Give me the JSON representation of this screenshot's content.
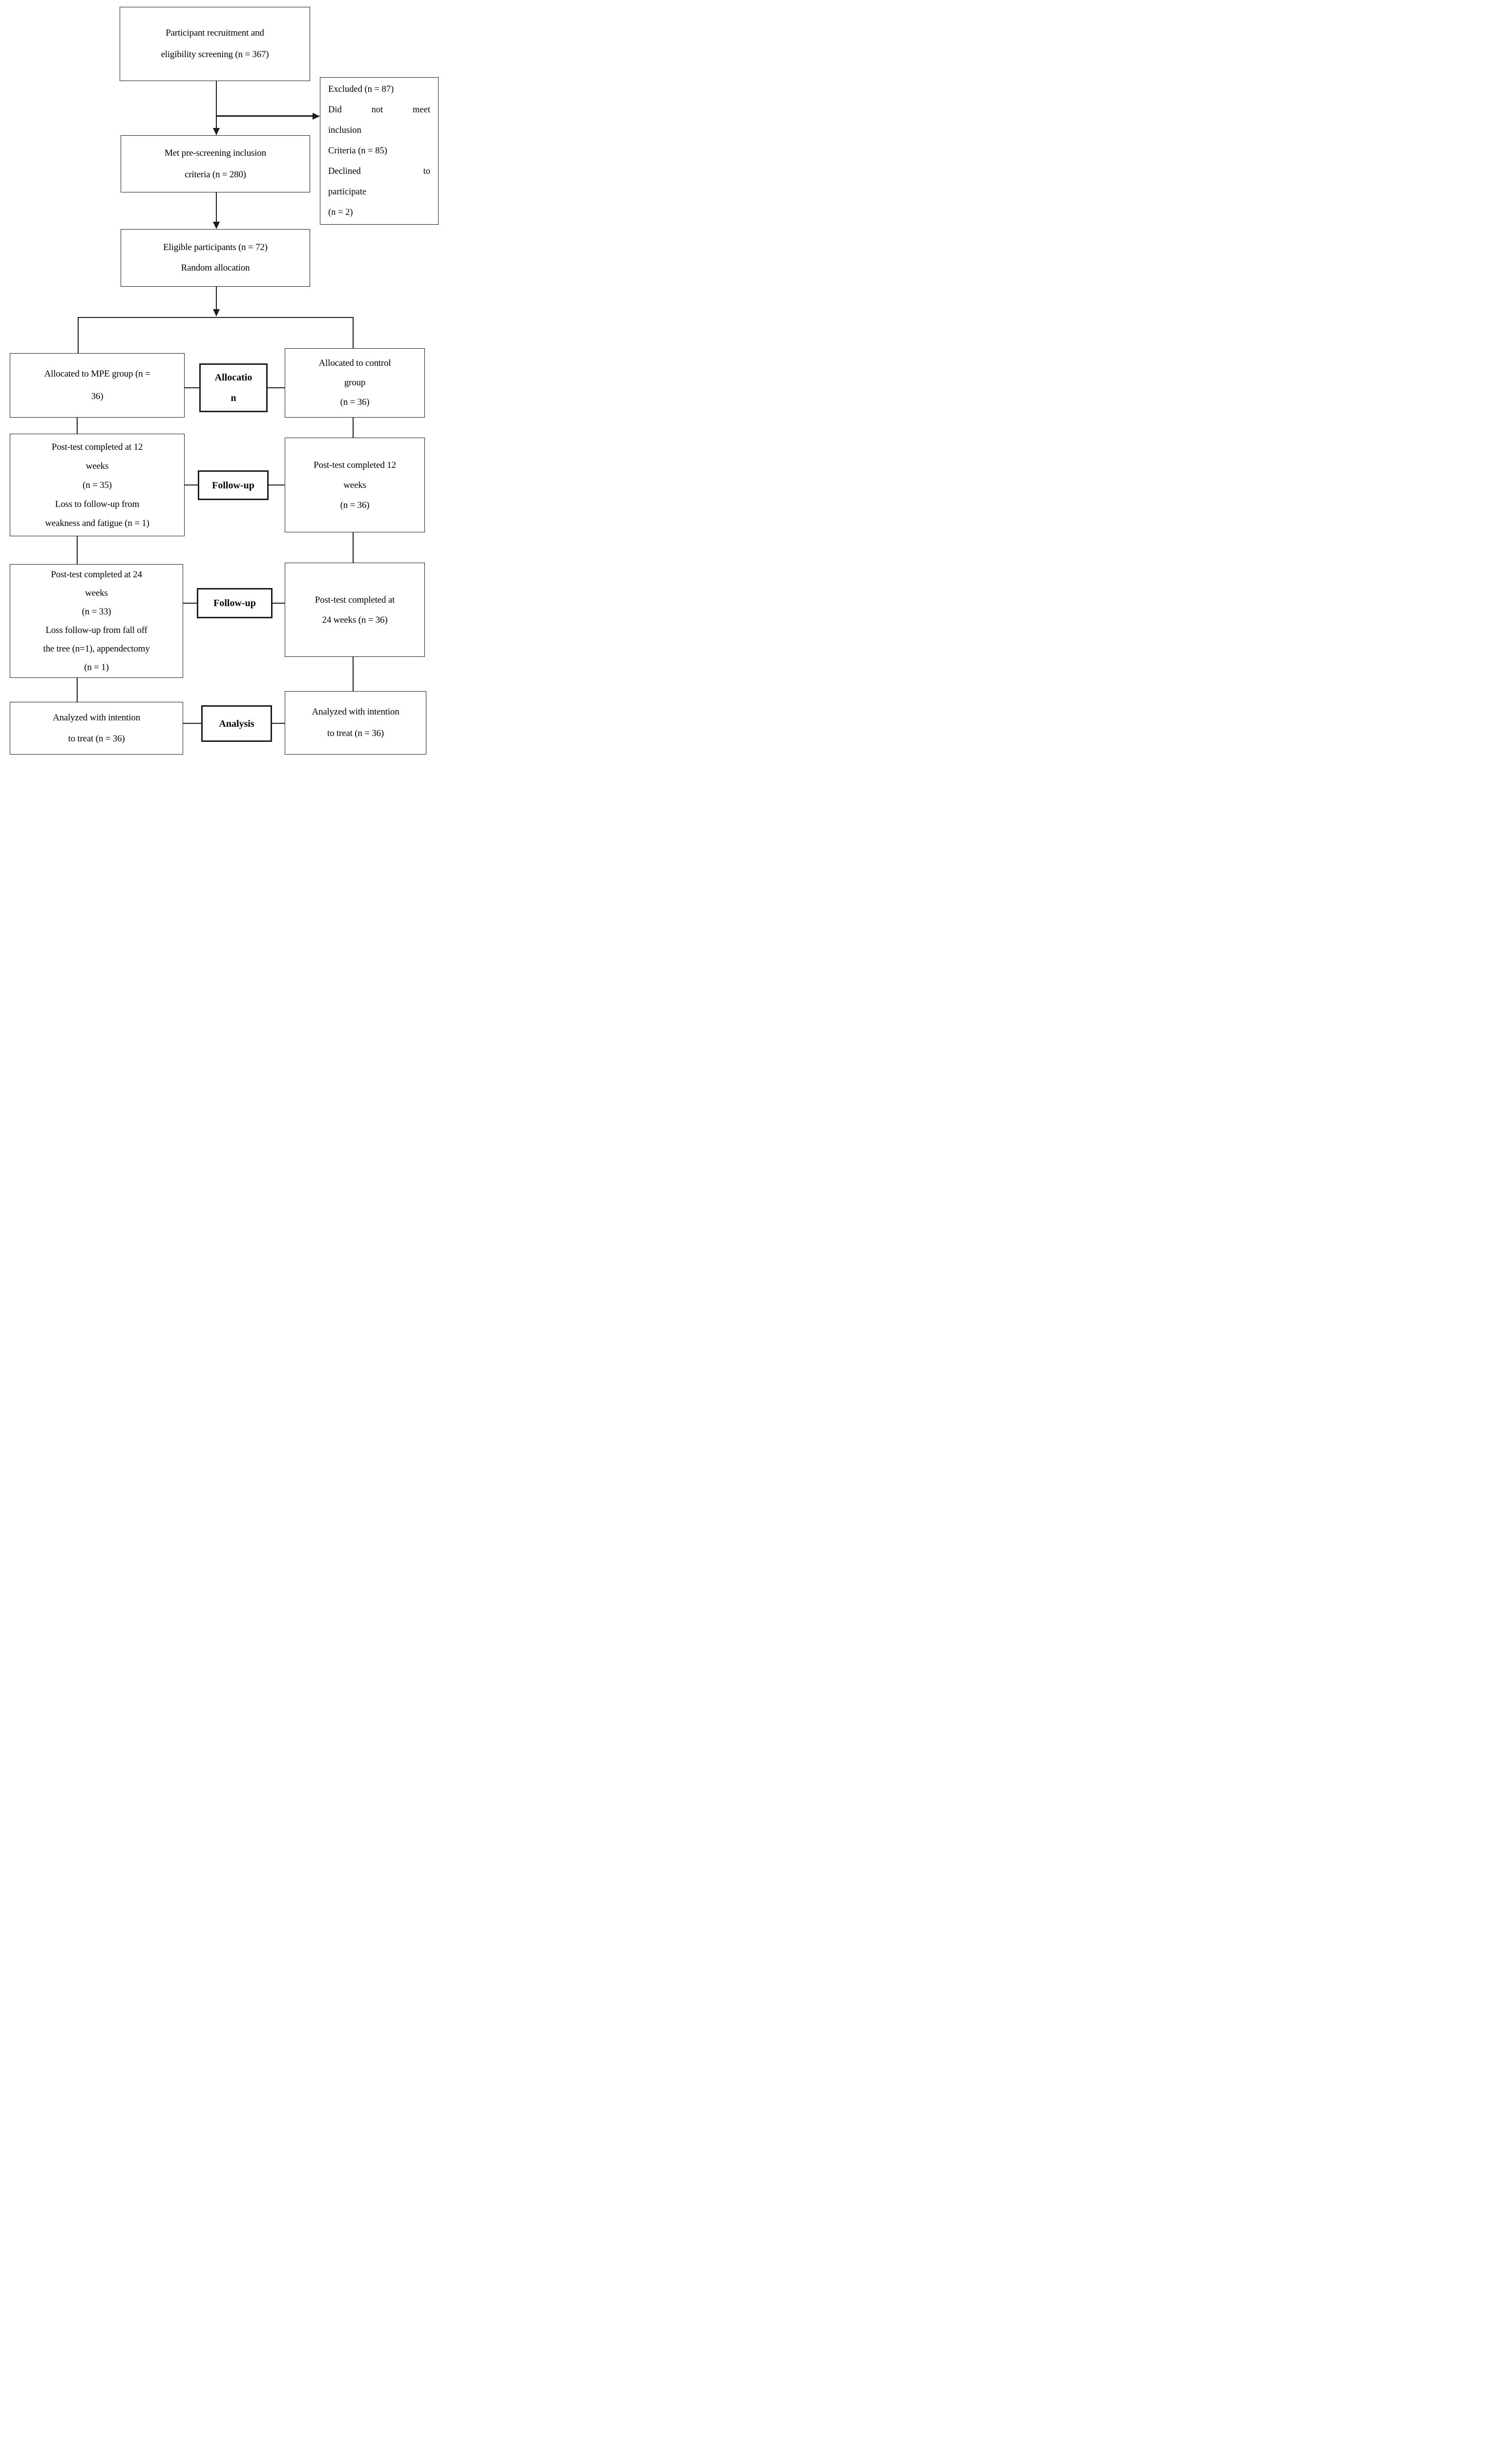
{
  "diagram": {
    "title": "Participant flow diagram (CONSORT-style)",
    "colors": {
      "line": "#1c1c1c",
      "text": "#000000",
      "background": "#ffffff"
    },
    "boxes": {
      "recruitment": {
        "lines": [
          "Participant recruitment and",
          "eligibility screening (n = 367)"
        ]
      },
      "excluded": {
        "lines": [
          "Excluded (n = 87)",
          "Did not meet",
          "inclusion",
          "Criteria (n = 85)",
          "Declined to",
          "participate",
          "(n = 2)"
        ]
      },
      "prescreening": {
        "lines": [
          "Met pre-screening inclusion",
          "criteria (n = 280)"
        ]
      },
      "eligible": {
        "lines": [
          "Eligible participants (n = 72)",
          "Random allocation"
        ]
      },
      "allocated_mpe": {
        "lines": [
          "Allocated to MPE group (n =",
          "36)"
        ]
      },
      "allocation_label": {
        "lines": [
          "Allocatio",
          "n"
        ]
      },
      "allocated_control": {
        "lines": [
          "Allocated to control",
          "group",
          "(n = 36)"
        ]
      },
      "followup12_mpe": {
        "lines": [
          "Post-test completed at 12",
          "weeks",
          "(n = 35)",
          "Loss to follow-up from",
          "weakness and fatigue (n = 1)"
        ]
      },
      "followup_label_1": "Follow-up",
      "followup12_control": {
        "lines": [
          "Post-test completed 12",
          "weeks",
          "(n = 36)"
        ]
      },
      "followup24_mpe": {
        "lines": [
          "Post-test completed at 24",
          "weeks",
          "(n = 33)",
          "Loss follow-up from fall off",
          "the tree (n=1), appendectomy",
          "(n = 1)"
        ]
      },
      "followup_label_2": "Follow-up",
      "followup24_control": {
        "lines": [
          "Post-test completed at",
          "24 weeks (n = 36)"
        ]
      },
      "analysis_mpe": {
        "lines": [
          "Analyzed with intention",
          "to treat (n = 36)"
        ]
      },
      "analysis_label": "Analysis",
      "analysis_control": {
        "lines": [
          "Analyzed with intention",
          "to treat (n = 36)"
        ]
      }
    }
  }
}
